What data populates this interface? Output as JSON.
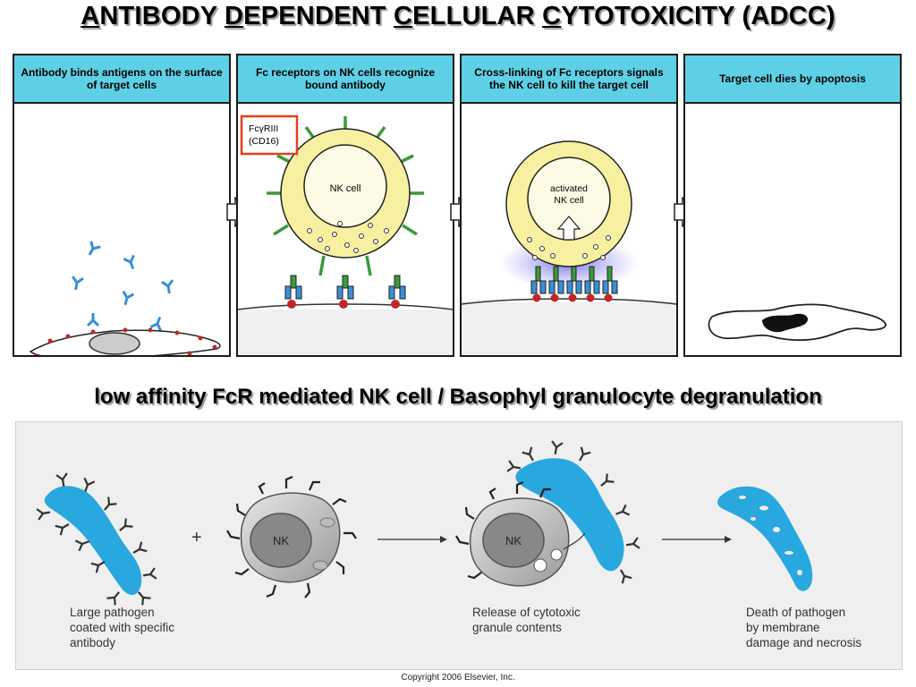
{
  "title": {
    "a1": "A",
    "r1": "NTIBODY ",
    "a2": "D",
    "r2": "EPENDENT ",
    "a3": "C",
    "r3": "ELLULAR ",
    "a4": "C",
    "r4": "YTOTOXICITY (ADCC)"
  },
  "panels": [
    {
      "header": "Antibody binds antigens on the surface of target cells"
    },
    {
      "header": "Fc receptors on NK cells recognize bound antibody",
      "receptor_label_1": "FcγRIII",
      "receptor_label_2": "(CD16)",
      "cell_label": "NK cell"
    },
    {
      "header": "Cross-linking of Fc receptors signals the NK cell to kill the target cell",
      "cell_label_1": "activated",
      "cell_label_2": "NK  cell"
    },
    {
      "header": "Target cell dies by apoptosis"
    }
  ],
  "subtitle": "low affinity FcR mediated NK cell / Basophyl granulocyte degranulation",
  "bottom": {
    "plus": "+",
    "nk_label_1": "NK",
    "nk_label_2": "NK",
    "captions": [
      "Large pathogen\ncoated with specific\nantibody",
      "Release of cytotoxic\ngranule contents",
      "Death of pathogen\nby membrane\ndamage and necrosis"
    ]
  },
  "copyright": "Copyright 2006 Elsevier, Inc.",
  "colors": {
    "header_bg": "#5ed0e6",
    "nk_cell": "#f7f0a0",
    "antibody": "#3a8fd6",
    "receptor": "#3a9a3a",
    "antigen": "#c0272d",
    "pathogen": "#29a8e0",
    "highlight_box": "#e2401c"
  }
}
